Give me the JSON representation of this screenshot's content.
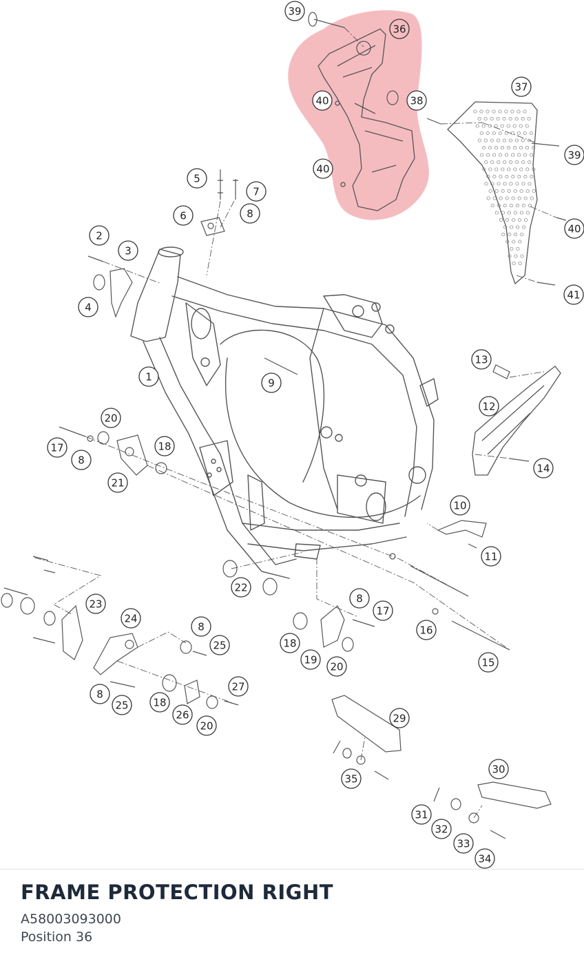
{
  "part": {
    "name": "FRAME PROTECTION RIGHT",
    "number": "A58003093000",
    "position": "Position 36"
  },
  "colors": {
    "highlight": "#f2a6ab",
    "line": "#555555",
    "callout_stroke": "#333333",
    "title": "#1e2a3a",
    "subtext": "#3e4652"
  },
  "callouts": [
    {
      "label": "1"
    },
    {
      "label": "2"
    },
    {
      "label": "3"
    },
    {
      "label": "4"
    },
    {
      "label": "5"
    },
    {
      "label": "6"
    },
    {
      "label": "7"
    },
    {
      "label": "8"
    },
    {
      "label": "9"
    },
    {
      "label": "10"
    },
    {
      "label": "11"
    },
    {
      "label": "12"
    },
    {
      "label": "13"
    },
    {
      "label": "14"
    },
    {
      "label": "15"
    },
    {
      "label": "16"
    },
    {
      "label": "17"
    },
    {
      "label": "8"
    },
    {
      "label": "18"
    },
    {
      "label": "17"
    },
    {
      "label": "20"
    },
    {
      "label": "8"
    },
    {
      "label": "21"
    },
    {
      "label": "22"
    },
    {
      "label": "23"
    },
    {
      "label": "24"
    },
    {
      "label": "8"
    },
    {
      "label": "25"
    },
    {
      "label": "18"
    },
    {
      "label": "19"
    },
    {
      "label": "20"
    },
    {
      "label": "8"
    },
    {
      "label": "25"
    },
    {
      "label": "27"
    },
    {
      "label": "18"
    },
    {
      "label": "26"
    },
    {
      "label": "20"
    },
    {
      "label": "29"
    },
    {
      "label": "30"
    },
    {
      "label": "31"
    },
    {
      "label": "32"
    },
    {
      "label": "33"
    },
    {
      "label": "34"
    },
    {
      "label": "35"
    },
    {
      "label": "36"
    },
    {
      "label": "37"
    },
    {
      "label": "38"
    },
    {
      "label": "39"
    },
    {
      "label": "39"
    },
    {
      "label": "40"
    },
    {
      "label": "40"
    },
    {
      "label": "40"
    },
    {
      "label": "41"
    }
  ]
}
